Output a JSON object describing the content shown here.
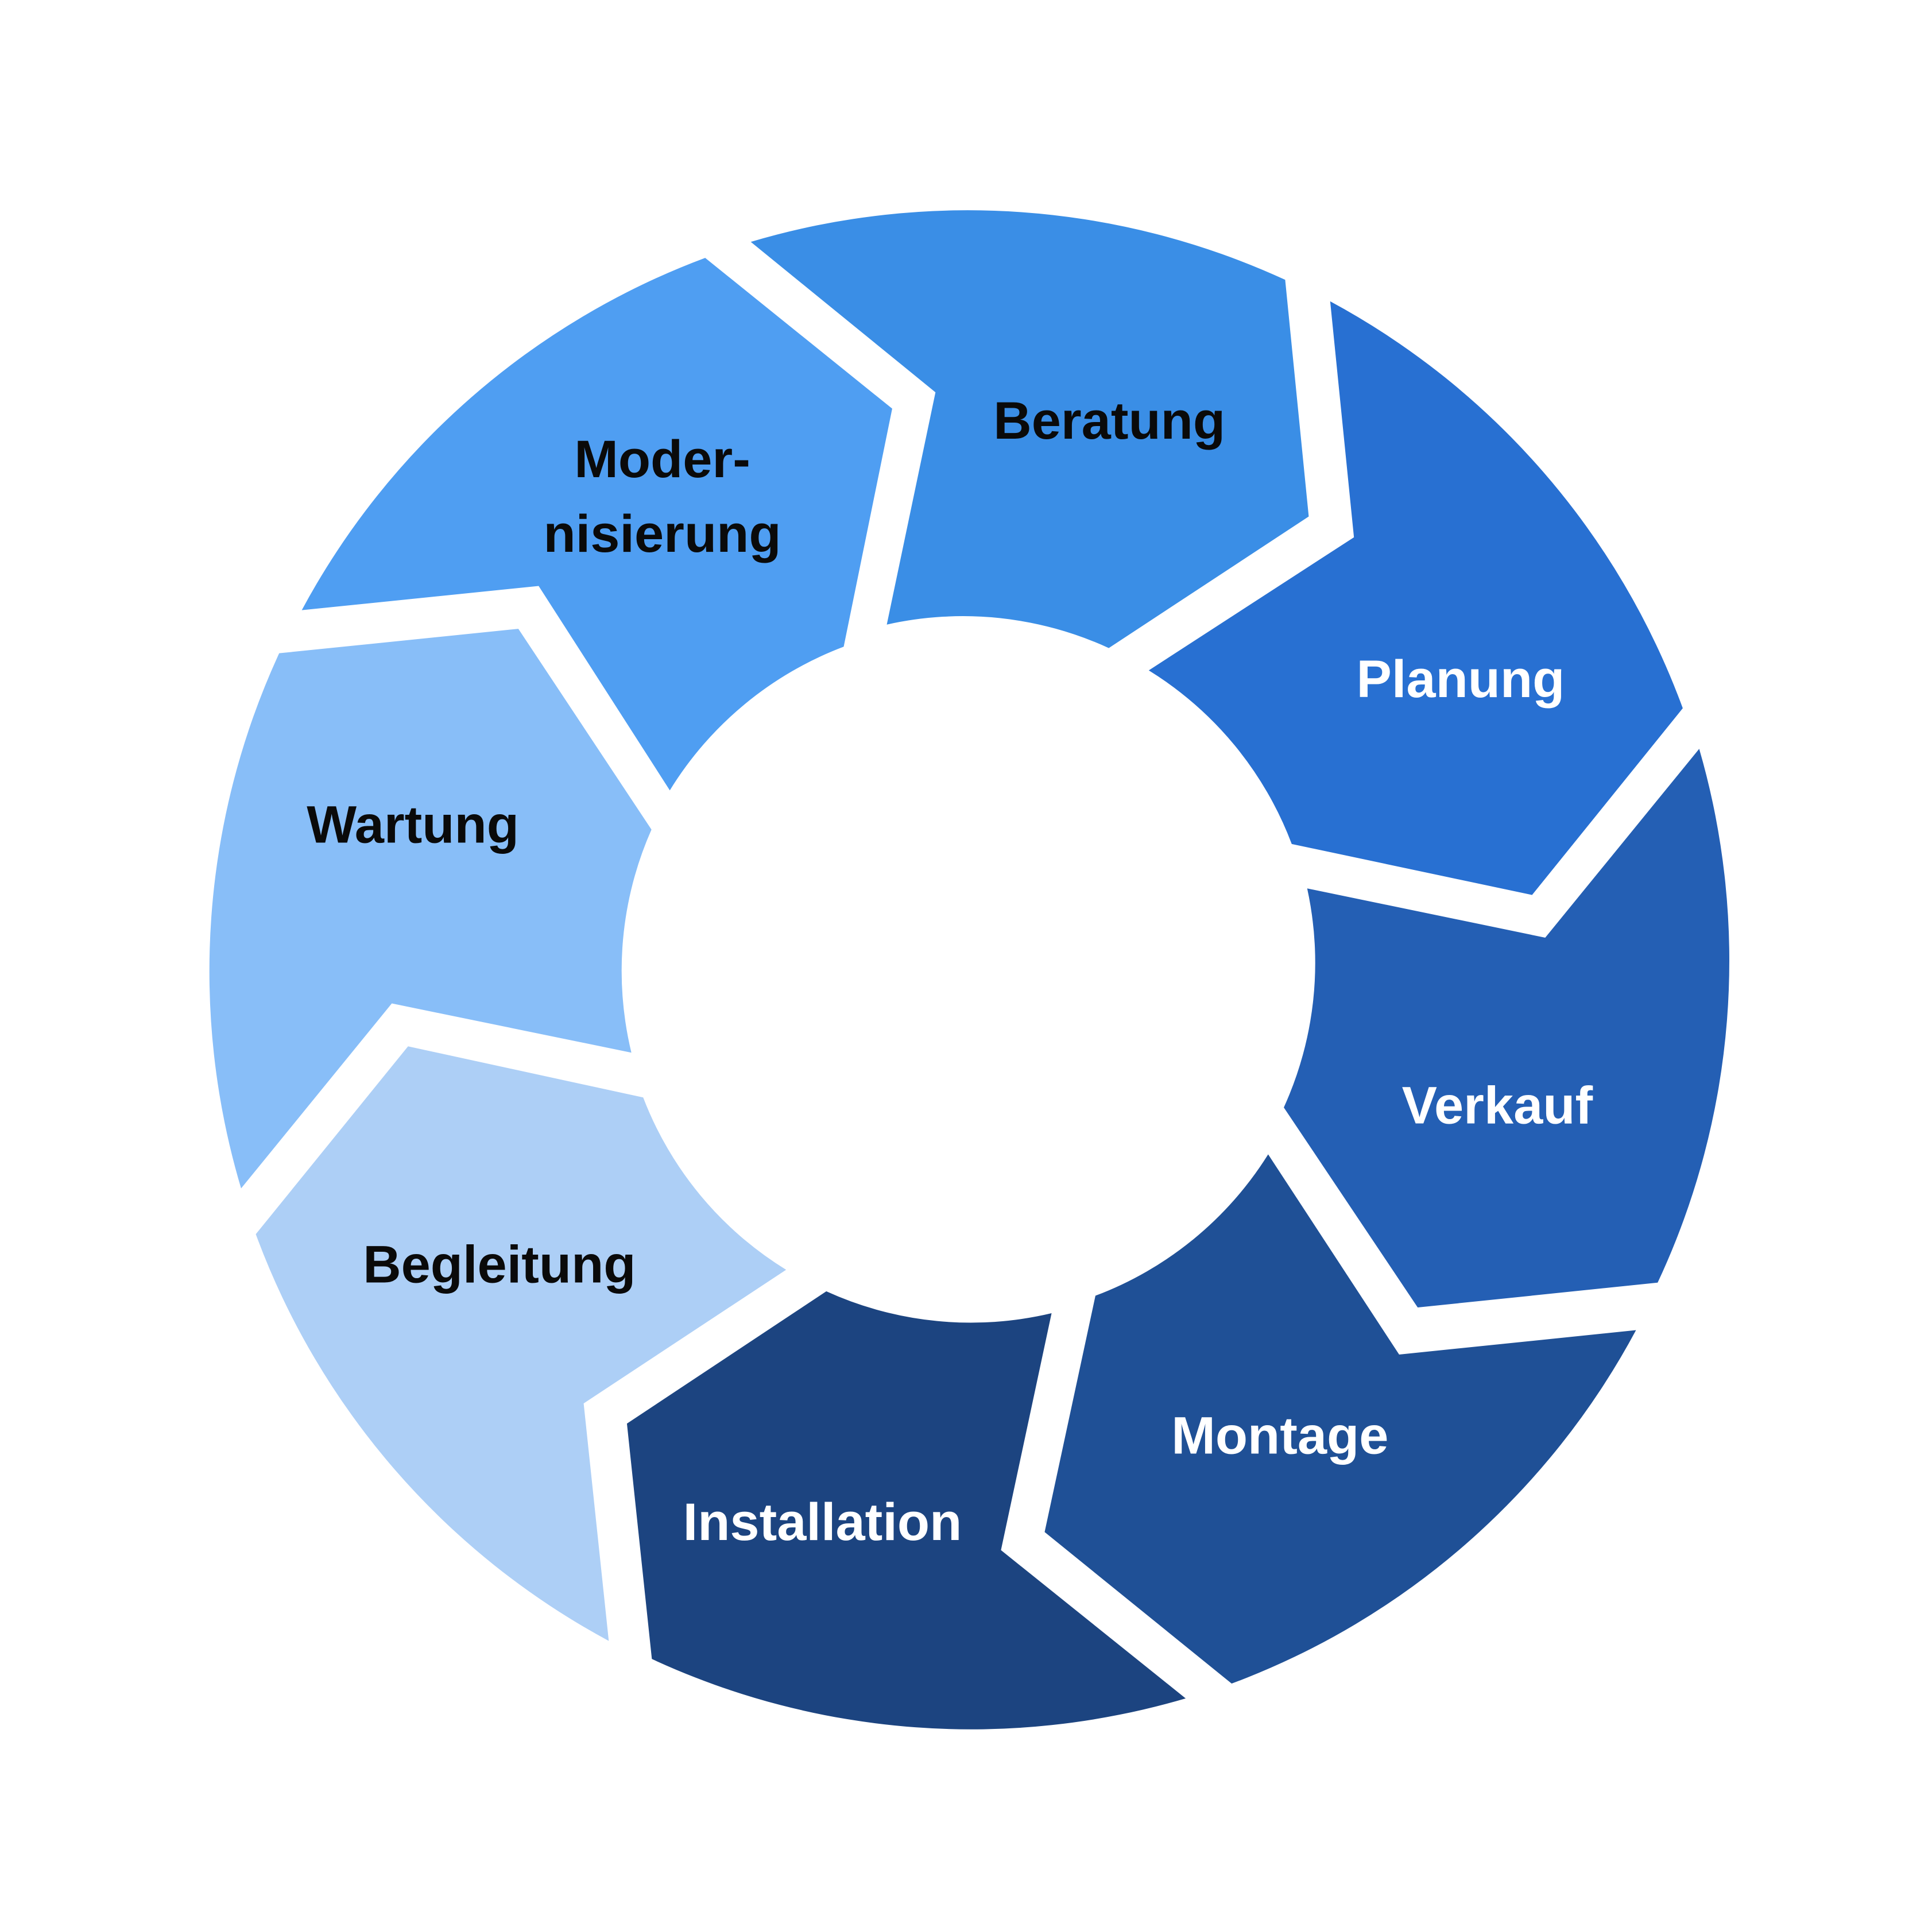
{
  "diagram": {
    "type": "cycle",
    "segments": [
      {
        "id": "beratung",
        "label_lines": [
          "Beratung"
        ],
        "color": "#3A8EE6",
        "text_color": "#0A0A0A"
      },
      {
        "id": "planung",
        "label_lines": [
          "Planung"
        ],
        "color": "#2870D2",
        "text_color": "#FFFFFF"
      },
      {
        "id": "verkauf",
        "label_lines": [
          "Verkauf"
        ],
        "color": "#245FB4",
        "text_color": "#FFFFFF"
      },
      {
        "id": "montage",
        "label_lines": [
          "Montage"
        ],
        "color": "#1F5096",
        "text_color": "#FFFFFF"
      },
      {
        "id": "installation",
        "label_lines": [
          "Installation"
        ],
        "color": "#1C4480",
        "text_color": "#FFFFFF"
      },
      {
        "id": "begleitung",
        "label_lines": [
          "Begleitung"
        ],
        "color": "#ADCFF6",
        "text_color": "#0A0A0A"
      },
      {
        "id": "wartung",
        "label_lines": [
          "Wartung"
        ],
        "color": "#88BEF8",
        "text_color": "#0A0A0A"
      },
      {
        "id": "modernisierung",
        "label_lines": [
          "Moder-",
          "nisierung"
        ],
        "color": "#4F9EF2",
        "text_color": "#0A0A0A"
      }
    ]
  }
}
